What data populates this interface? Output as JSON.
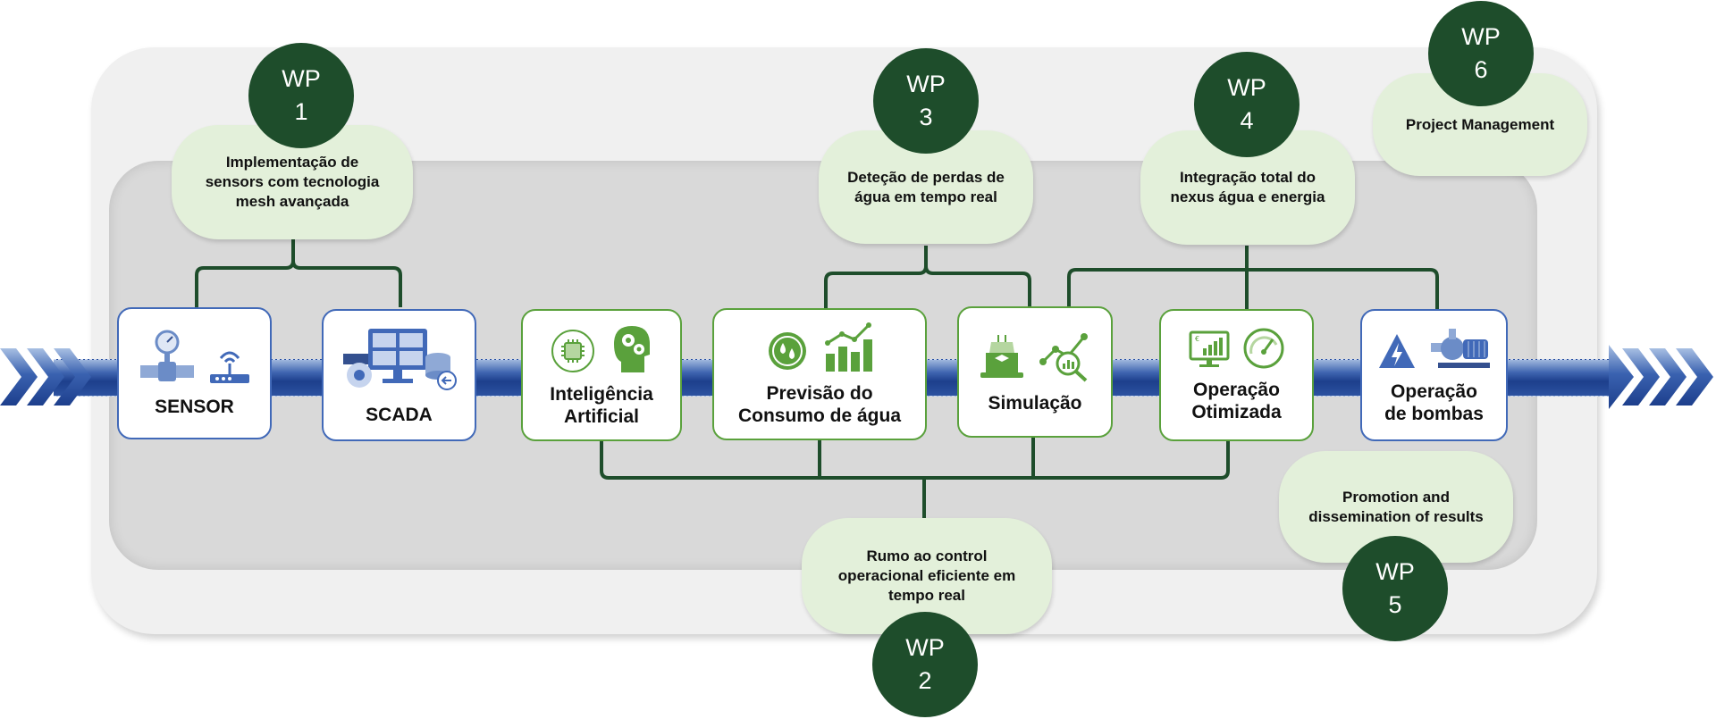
{
  "arrow": {
    "direction": "right",
    "color": "#2c52a0"
  },
  "process_boxes": [
    {
      "label": "SENSOR",
      "icons": [
        "pressure-gauge-pipe-icon",
        "wireless-router-icon"
      ],
      "color": "#4169b8"
    },
    {
      "label": "SCADA",
      "icons": [
        "monitor-camera-database-icon"
      ],
      "color": "#4169b8"
    },
    {
      "label": "Inteligência\nArtificial",
      "icons": [
        "ai-chip-icon",
        "brain-gears-head-icon"
      ],
      "color": "#5aa13c"
    },
    {
      "label": "Previsão do\nConsumo de água",
      "icons": [
        "water-drops-icon",
        "bar-chart-trend-icon"
      ],
      "color": "#5aa13c"
    },
    {
      "label": "Simulação",
      "icons": [
        "laptop-icon",
        "network-analysis-icon"
      ],
      "color": "#5aa13c"
    },
    {
      "label": "Operação\nOtimizada",
      "icons": [
        "dashboard-monitor-icon",
        "speed-gauge-icon"
      ],
      "color": "#5aa13c"
    },
    {
      "label": "Operação\nde bombas",
      "icons": [
        "high-voltage-warning-icon",
        "water-pump-icon"
      ],
      "color": "#4169b8"
    }
  ],
  "work_packages": [
    {
      "label": "WP",
      "number": "1",
      "description": "Implementação de\nsensors com tecnologia\nmesh avançada"
    },
    {
      "label": "WP",
      "number": "2",
      "description": "Rumo ao control\noperacional eficiente em\ntempo real"
    },
    {
      "label": "WP",
      "number": "3",
      "description": "Deteção de perdas de\nágua em tempo real"
    },
    {
      "label": "WP",
      "number": "4",
      "description": "Integração total do\nnexus água e energia"
    },
    {
      "label": "WP",
      "number": "5",
      "description": "Promotion and\ndissemination of results"
    },
    {
      "label": "WP",
      "number": "6",
      "description": "Project Management"
    }
  ],
  "colors": {
    "wp_circle": "#1e4d2b",
    "bubble": "#e3f0da",
    "connector": "#1e4d2b",
    "outer_panel": "#f0f0f0",
    "inner_panel": "#d9d9d9"
  }
}
